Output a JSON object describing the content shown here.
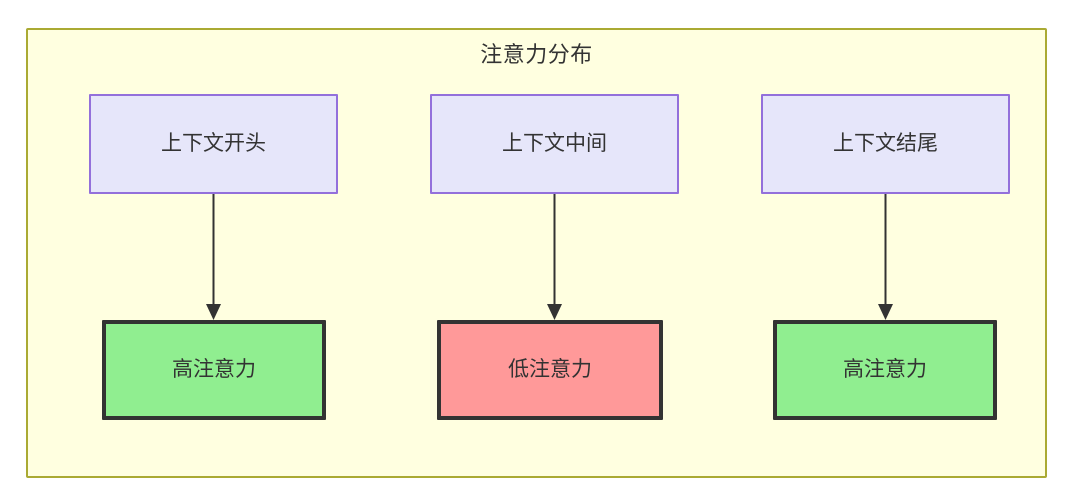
{
  "diagram": {
    "title": "注意力分布",
    "container": {
      "fill_color": "#ffffe0",
      "border_color": "#aaaa33"
    },
    "source_nodes": [
      {
        "id": "context-start",
        "label": "上下文开头",
        "fill_color": "#e6e6fa",
        "border_color": "#9370db"
      },
      {
        "id": "context-middle",
        "label": "上下文中间",
        "fill_color": "#e6e6fa",
        "border_color": "#9370db"
      },
      {
        "id": "context-end",
        "label": "上下文结尾",
        "fill_color": "#e6e6fa",
        "border_color": "#9370db"
      }
    ],
    "result_nodes": [
      {
        "id": "high-attention-start",
        "label": "高注意力",
        "fill_color": "#90ee90",
        "border_color": "#333333"
      },
      {
        "id": "low-attention-middle",
        "label": "低注意力",
        "fill_color": "#ff9999",
        "border_color": "#333333"
      },
      {
        "id": "high-attention-end",
        "label": "高注意力",
        "fill_color": "#90ee90",
        "border_color": "#333333"
      }
    ],
    "edges": [
      {
        "from": "context-start",
        "to": "high-attention-start",
        "label": ""
      },
      {
        "from": "context-middle",
        "to": "low-attention-middle",
        "label": ""
      },
      {
        "from": "context-end",
        "to": "high-attention-end",
        "label": ""
      }
    ]
  }
}
